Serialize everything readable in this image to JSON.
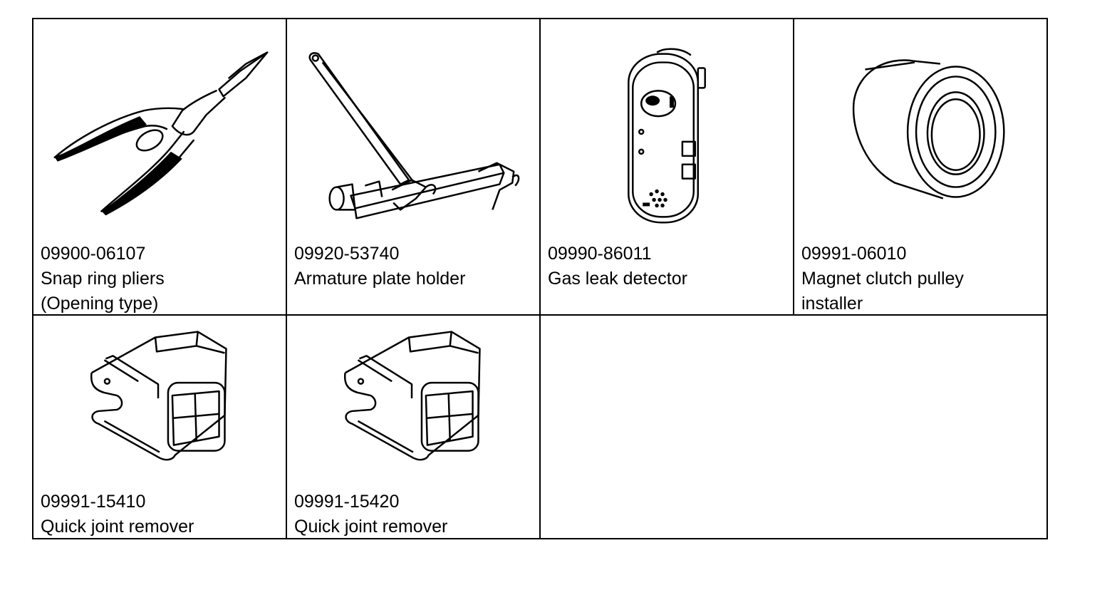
{
  "tools": [
    {
      "number": "09900-06107",
      "name_lines": [
        "Snap ring pliers",
        "(Opening type)"
      ],
      "icon": "snap-ring-pliers-icon"
    },
    {
      "number": "09920-53740",
      "name_lines": [
        "Armature plate holder"
      ],
      "icon": "armature-plate-holder-icon"
    },
    {
      "number": "09990-86011",
      "name_lines": [
        "Gas leak detector"
      ],
      "icon": "gas-leak-detector-icon"
    },
    {
      "number": "09991-06010",
      "name_lines": [
        "Magnet clutch pulley",
        "installer"
      ],
      "icon": "pulley-installer-icon"
    },
    {
      "number": "09991-15410",
      "name_lines": [
        "Quick joint remover"
      ],
      "icon": "quick-joint-remover-icon"
    },
    {
      "number": "09991-15420",
      "name_lines": [
        "Quick joint remover"
      ],
      "icon": "quick-joint-remover-icon"
    }
  ],
  "colors": {
    "line": "#000000",
    "background": "#ffffff"
  }
}
